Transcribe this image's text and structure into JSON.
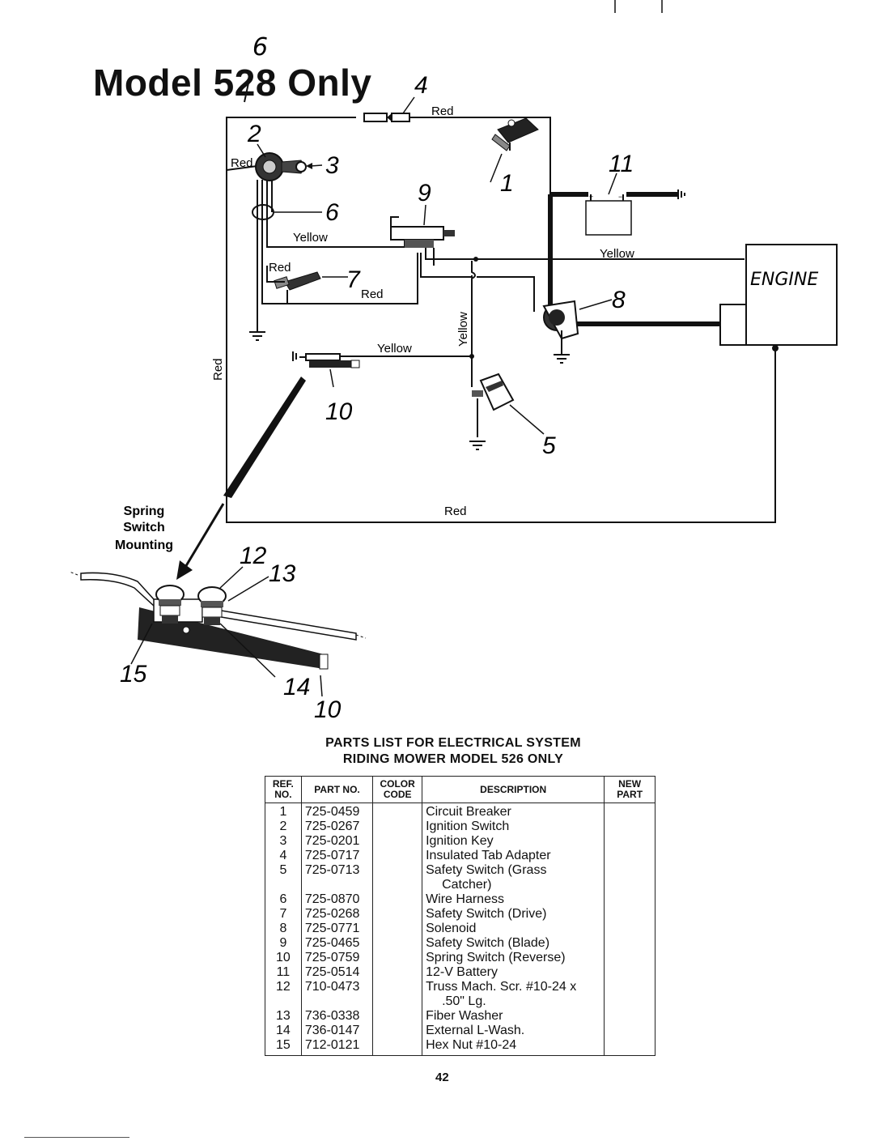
{
  "header": {
    "title": "Model 528 Only",
    "handwritten_mark": "6"
  },
  "diagram": {
    "wire_labels": {
      "red_top": "Red",
      "red_left": "Red",
      "red_vertical": "Red",
      "red_switch7_left": "Red",
      "red_switch7_right": "Red",
      "yellow_switch9": "Yellow",
      "yellow_right": "Yellow",
      "yellow_vertical": "Yellow",
      "yellow_switch10": "Yellow",
      "red_bottom": "Red"
    },
    "engine_label": "ENGINE",
    "spring_switch_caption": [
      "Spring",
      "Switch",
      "Mounting"
    ],
    "callouts": [
      "1",
      "2",
      "3",
      "4",
      "5",
      "6",
      "7",
      "8",
      "9",
      "10",
      "11",
      "12",
      "13",
      "14",
      "15",
      "10"
    ]
  },
  "parts_list": {
    "heading_line1": "PARTS LIST FOR ELECTRICAL SYSTEM",
    "heading_line2": "RIDING MOWER MODEL 526 ONLY",
    "columns": [
      "REF. NO.",
      "PART NO.",
      "COLOR CODE",
      "DESCRIPTION",
      "NEW PART"
    ],
    "rows": [
      {
        "ref": "1",
        "part": "725-0459",
        "color": "",
        "desc": "Circuit Breaker",
        "desc2": "",
        "new": ""
      },
      {
        "ref": "2",
        "part": "725-0267",
        "color": "",
        "desc": "Ignition Switch",
        "desc2": "",
        "new": ""
      },
      {
        "ref": "3",
        "part": "725-0201",
        "color": "",
        "desc": "Ignition Key",
        "desc2": "",
        "new": ""
      },
      {
        "ref": "4",
        "part": "725-0717",
        "color": "",
        "desc": "Insulated Tab Adapter",
        "desc2": "",
        "new": ""
      },
      {
        "ref": "5",
        "part": "725-0713",
        "color": "",
        "desc": "Safety Switch (Grass",
        "desc2": "Catcher)",
        "new": ""
      },
      {
        "ref": "6",
        "part": "725-0870",
        "color": "",
        "desc": "Wire Harness",
        "desc2": "",
        "new": ""
      },
      {
        "ref": "7",
        "part": "725-0268",
        "color": "",
        "desc": "Safety Switch (Drive)",
        "desc2": "",
        "new": ""
      },
      {
        "ref": "8",
        "part": "725-0771",
        "color": "",
        "desc": "Solenoid",
        "desc2": "",
        "new": ""
      },
      {
        "ref": "9",
        "part": "725-0465",
        "color": "",
        "desc": "Safety Switch (Blade)",
        "desc2": "",
        "new": ""
      },
      {
        "ref": "10",
        "part": "725-0759",
        "color": "",
        "desc": "Spring Switch (Reverse)",
        "desc2": "",
        "new": ""
      },
      {
        "ref": "11",
        "part": "725-0514",
        "color": "",
        "desc": "12-V Battery",
        "desc2": "",
        "new": ""
      },
      {
        "ref": "12",
        "part": "710-0473",
        "color": "",
        "desc": "Truss Mach. Scr. #10-24 x",
        "desc2": ".50\" Lg.",
        "new": ""
      },
      {
        "ref": "13",
        "part": "736-0338",
        "color": "",
        "desc": "Fiber Washer",
        "desc2": "",
        "new": ""
      },
      {
        "ref": "14",
        "part": "736-0147",
        "color": "",
        "desc": "External L-Wash.",
        "desc2": "",
        "new": ""
      },
      {
        "ref": "15",
        "part": "712-0121",
        "color": "",
        "desc": "Hex Nut #10-24",
        "desc2": "",
        "new": ""
      }
    ]
  },
  "footer": {
    "page_number": "42"
  }
}
